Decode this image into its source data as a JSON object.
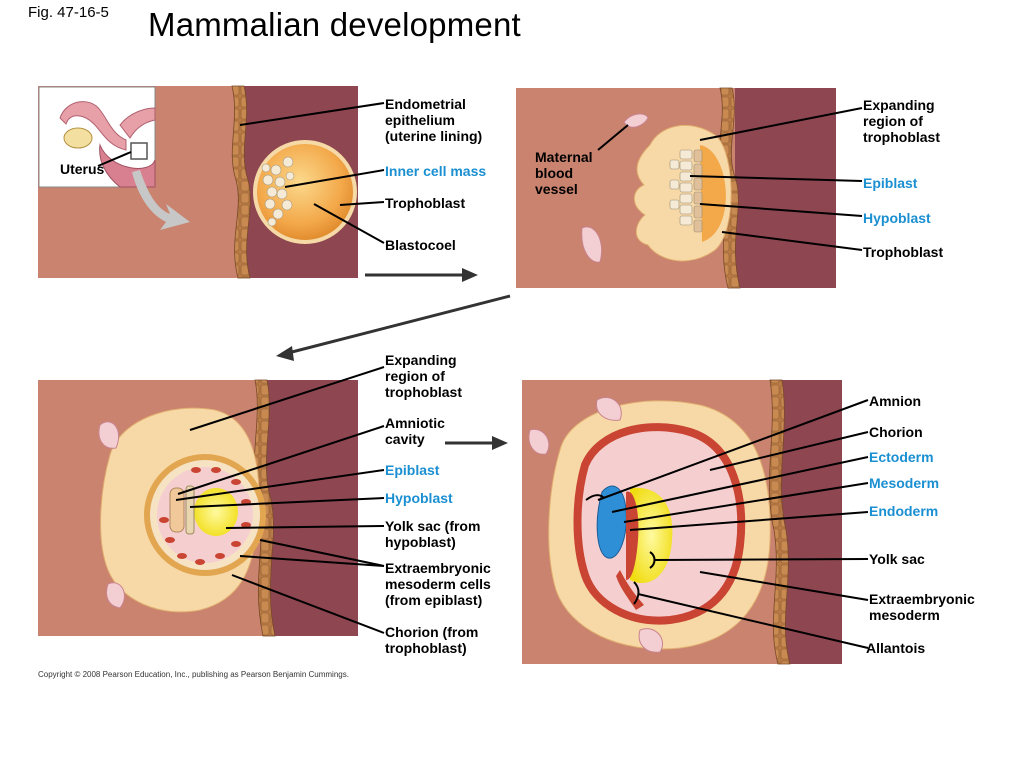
{
  "header": {
    "fig_no": "Fig. 47-16-5",
    "title": "Mammalian development"
  },
  "colors": {
    "tissue": "#c9836f",
    "uterine_wall": "#8e4650",
    "epithelium": "#b97a45",
    "trophoblast": "#f6d6a8",
    "blastocyst": "#f3a84a",
    "epiblast": "#f0c89a",
    "yolk": "#f4e419",
    "mesoderm": "#c94432",
    "ectoderm": "#2f8fd6",
    "label_blue": "#1a8fd1"
  },
  "panel1": {
    "uterus": "Uterus",
    "endometrial": [
      "Endometrial",
      "epithelium",
      "(uterine lining)"
    ],
    "inner_cell_mass": "Inner cell mass",
    "trophoblast": "Trophoblast",
    "blastocoel": "Blastocoel"
  },
  "panel2": {
    "maternal": [
      "Maternal",
      "blood",
      "vessel"
    ],
    "expanding": [
      "Expanding",
      "region of",
      "trophoblast"
    ],
    "epiblast": "Epiblast",
    "hypoblast": "Hypoblast",
    "trophoblast": "Trophoblast"
  },
  "panel3": {
    "expanding": [
      "Expanding",
      "region of",
      "trophoblast"
    ],
    "amniotic": [
      "Amniotic",
      "cavity"
    ],
    "epiblast": "Epiblast",
    "hypoblast": "Hypoblast",
    "yolk_sac": [
      "Yolk sac (from",
      "hypoblast)"
    ],
    "extraembryonic": [
      "Extraembryonic",
      "mesoderm cells",
      "(from epiblast)"
    ],
    "chorion": [
      "Chorion (from",
      "trophoblast)"
    ]
  },
  "panel4": {
    "amnion": "Amnion",
    "chorion": "Chorion",
    "ectoderm": "Ectoderm",
    "mesoderm": "Mesoderm",
    "endoderm": "Endoderm",
    "yolk_sac": "Yolk sac",
    "extraembryonic": [
      "Extraembryonic",
      "mesoderm"
    ],
    "allantois": "Allantois"
  },
  "footer": {
    "copyright": "Copyright © 2008 Pearson Education, Inc., publishing as Pearson Benjamin Cummings."
  }
}
